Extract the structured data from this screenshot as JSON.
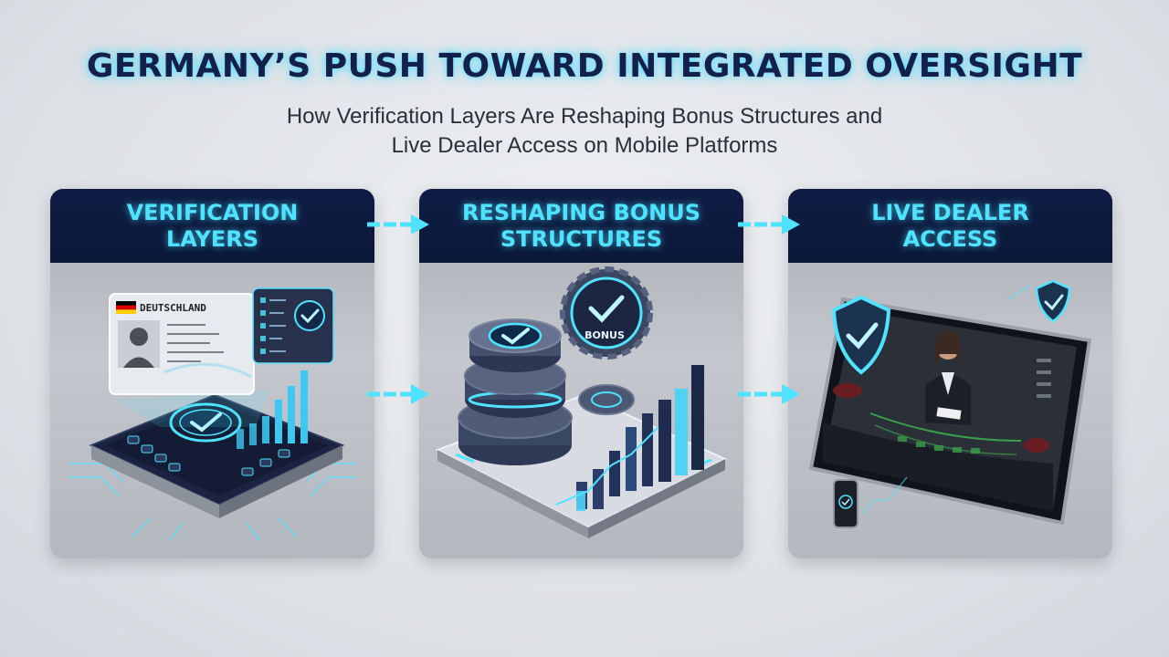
{
  "header": {
    "title": "GERMANY’S PUSH TOWARD INTEGRATED OVERSIGHT",
    "subtitle_line1": "How Verification Layers Are Reshaping Bonus Structures and",
    "subtitle_line2": "Live Dealer Access on Mobile Platforms"
  },
  "cards": [
    {
      "title_line1": "VERIFICATION",
      "title_line2": "LAYERS",
      "id_card_label": "DEUTSCHLAND"
    },
    {
      "title_line1": "RESHAPING BONUS",
      "title_line2": "STRUCTURES",
      "gear_label": "BONUS"
    },
    {
      "title_line1": "LIVE DEALER",
      "title_line2": "ACCESS"
    }
  ],
  "colors": {
    "accent": "#4fe3ff",
    "navy": "#0f1d45",
    "background": "#e4e6ea"
  }
}
